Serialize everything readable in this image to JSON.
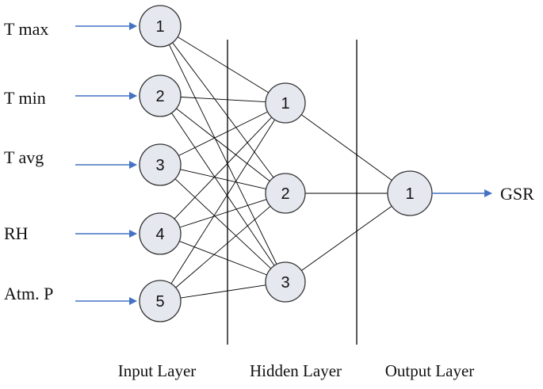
{
  "inputs": [
    "T max",
    "T min",
    "T avg",
    "RH",
    "Atm. P"
  ],
  "input_nodes": [
    "1",
    "2",
    "3",
    "4",
    "5"
  ],
  "hidden_nodes": [
    "1",
    "2",
    "3"
  ],
  "output_nodes": [
    "1"
  ],
  "output_label": "GSR",
  "layers": [
    "Input Layer",
    "Hidden Layer",
    "Output Layer"
  ],
  "colors": {
    "node_fill": "#e6e8f0",
    "node_stroke": "#333333",
    "arrow": "#4472c4",
    "edge": "#000000",
    "divider": "#000000"
  }
}
